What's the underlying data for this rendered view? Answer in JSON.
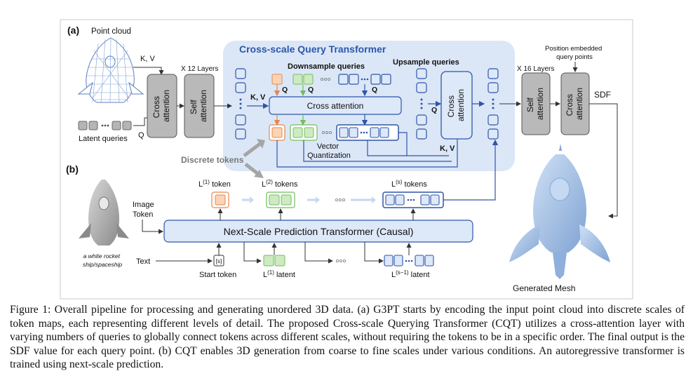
{
  "panel_a": {
    "label": "(a)",
    "point_cloud": "Point cloud",
    "kv_in": "K, V",
    "latent_queries": "Latent queries",
    "q_in": "Q",
    "cross_attention_1": [
      "Cross",
      "attention"
    ],
    "x12": "X 12 Layers",
    "self_attention_1": [
      "Self",
      "attention"
    ],
    "cqt_title": "Cross-scale Query Transformer",
    "downsample_queries": "Downsample queries",
    "upsample_queries": "Upsample queries",
    "q_mark": "Q",
    "kv_mid": "K, V",
    "cross_attention_mid": "Cross attention",
    "vector_quantization": [
      "Vector",
      "Quantization"
    ],
    "cross_attention_up": [
      "Cross",
      "attention"
    ],
    "q_up": "Q",
    "kv_up": "K, V",
    "x16": "X 16 Layers",
    "position_embedded": [
      "Position embedded",
      "query points"
    ],
    "self_attention_2": [
      "Self",
      "attention"
    ],
    "cross_attention_2": [
      "Cross",
      "attention"
    ],
    "sdf": "SDF",
    "generated_mesh": "Generated Mesh"
  },
  "panel_b": {
    "label": "(b)",
    "discrete_tokens": "Discrete tokens",
    "image_token": [
      "Image",
      "Token"
    ],
    "rocket_caption": [
      "a white rocket",
      "ship/spaceship"
    ],
    "text_label": "Text",
    "start_symbol": "[s]",
    "start_token": "Start token",
    "l1_token": "L(1) token",
    "l2_tokens": "L(2) tokens",
    "ls_tokens": "L(s) tokens",
    "l1_latent": "L(1) latent",
    "ls1_latent": "L(s−1) latent",
    "nsp_transformer": "Next-Scale Prediction Transformer (Causal)"
  },
  "caption": "Figure 1: Overall pipeline for processing and generating unordered 3D data. (a) G3PT starts by encoding the input point cloud into discrete scales of token maps, each representing different levels of detail. The proposed Cross-scale Querying Transformer (CQT) utilizes a cross-attention layer with varying numbers of queries to globally connect tokens across different scales, without requiring the tokens to be in a specific order. The final output is the SDF value for each query point. (b) CQT enables 3D generation from coarse to fine scales under various conditions. An autoregressive transformer is trained using next-scale prediction.",
  "colors": {
    "cqt_panel": "#dbe7f7",
    "block_blue": "#dde8f8",
    "block_stroke": "#2e56a8",
    "gray_block": "#b9b9b9",
    "orange": "#f4a06a",
    "green": "#8fcf7a",
    "mesh": "#a9c4e6"
  }
}
